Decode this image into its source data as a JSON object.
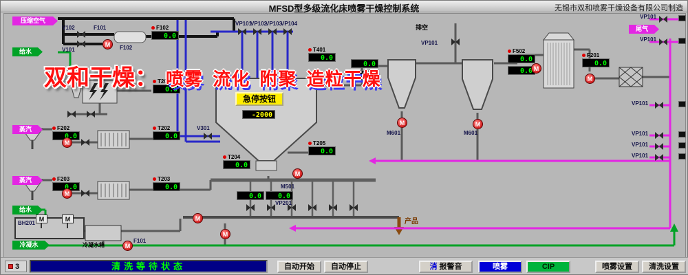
{
  "title_bar": {
    "title": "MFSD型多级流化床喷雾干燥控制系统",
    "manufacturer": "无锡市双和喷雾干燥设备有限公司制造"
  },
  "watermark": {
    "brand": "双和干燥：",
    "slogan": "喷雾 流化 附聚 造粒干燥"
  },
  "tags": {
    "compressed_air": "压缩空气",
    "water_top": "给水",
    "steam_1": "蒸汽",
    "steam_2": "蒸汽",
    "water_bottom": "给水",
    "condensate": "冷凝水",
    "tail_gas": "尾气"
  },
  "labels": {
    "v102": "V102",
    "v101": "V101",
    "f101_top": "F101",
    "f102_vessel": "F102",
    "manifold": [
      "VP101",
      "VP102",
      "VP103",
      "VP104"
    ],
    "v301": "V301",
    "vent": "排空",
    "vent_valve": "VP101",
    "m501": "M501",
    "m601_a": "M601",
    "m601_b": "M601",
    "vp201": "VP201",
    "bh201": "BH201",
    "cond_tank": "冷凝水箱",
    "f101_bottom": "F101",
    "product": "产品",
    "estop": "急停按钮",
    "right_col": [
      "VP101",
      "VP101",
      "VP101",
      "VP101",
      "VP101",
      "VP101"
    ]
  },
  "displays": [
    {
      "label": "F102",
      "value": "0.0"
    },
    {
      "label": "T201",
      "value": "0.0"
    },
    {
      "label": "F202",
      "value": "0.0"
    },
    {
      "label": "T202",
      "value": "0.0"
    },
    {
      "label": "F203",
      "value": "0.0"
    },
    {
      "label": "T203",
      "value": "0.0"
    },
    {
      "label": "T401",
      "value": "0.0"
    },
    {
      "label": "T204",
      "value": "0.0"
    },
    {
      "label": "T205",
      "value": "0.0"
    },
    {
      "label": "F502",
      "value": "0.0"
    },
    {
      "label": "F201",
      "value": "0.0"
    },
    {
      "label": "",
      "value": "0.0"
    },
    {
      "label": "",
      "value": "0.0"
    },
    {
      "label": "",
      "value": "0.0"
    },
    {
      "label": "",
      "value": "0.0"
    },
    {
      "label": "",
      "value": "0.0"
    },
    {
      "label": "",
      "value": "-2000"
    }
  ],
  "glyphs": {
    "motor": "M"
  },
  "bottom_bar": {
    "page": "3",
    "status": "清洗等待状态",
    "auto_start": "自动开始",
    "auto_stop": "自动停止",
    "alarm_prefix": "消",
    "alarm_label": "报警音",
    "spray": "喷雾",
    "cip": "CIP",
    "spray_settings": "喷雾设置",
    "wash_settings": "清洗设置"
  },
  "colors": {
    "display_green": "#00ff00",
    "display_yellow": "#ffff00",
    "pipe_magenta": "#e326e3",
    "pipe_green": "#00a226",
    "pipe_blue": "#2828c8",
    "button_blue": "#0000d8",
    "button_green": "#00b43c",
    "status_bg": "#000086",
    "estop_yellow": "#ffee00",
    "watermark_red": "#ff1010"
  }
}
